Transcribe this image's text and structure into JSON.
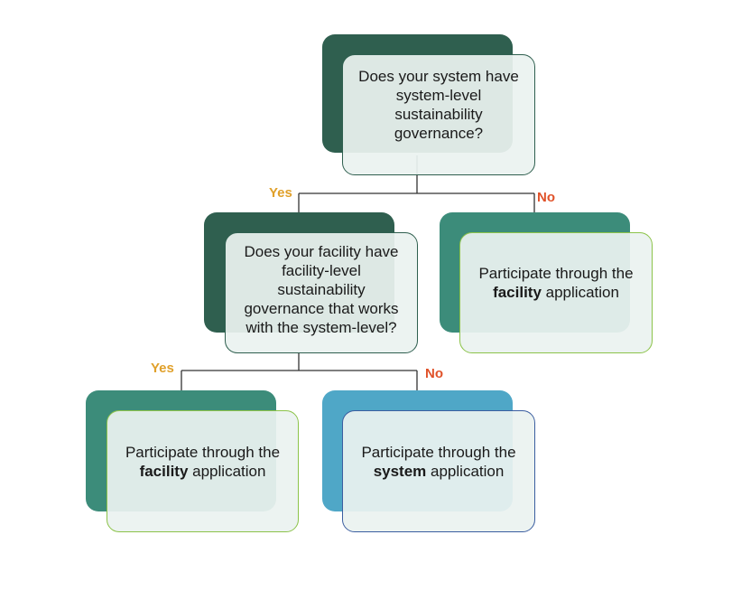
{
  "colors": {
    "dark_green": "#2f5f4f",
    "teal_green": "#3c8c7a",
    "blue": "#4fa7c7",
    "light_green_border": "#8cc34a",
    "dark_green_border": "#2f5f4f",
    "blue_border": "#3b5ea0",
    "connector": "#333333",
    "yes": "#e0a02a",
    "no": "#e0522a"
  },
  "nodes": {
    "q1": {
      "lines": [
        "Does your system have",
        "system-level",
        "sustainability",
        "governance?"
      ]
    },
    "q2": {
      "lines": [
        "Does your facility have",
        "facility-level",
        "sustainability",
        "governance that works",
        "with the system-level?"
      ]
    },
    "r1": {
      "line1": "Participate through the",
      "bold": "facility",
      "rest": " application"
    },
    "r2": {
      "line1": "Participate through the",
      "bold": "facility",
      "rest": " application"
    },
    "r3": {
      "line1": "Participate through the",
      "bold": "system",
      "rest": " application"
    }
  },
  "edges": {
    "q1_yes": "Yes",
    "q1_no": "No",
    "q2_yes": "Yes",
    "q2_no": "No"
  }
}
